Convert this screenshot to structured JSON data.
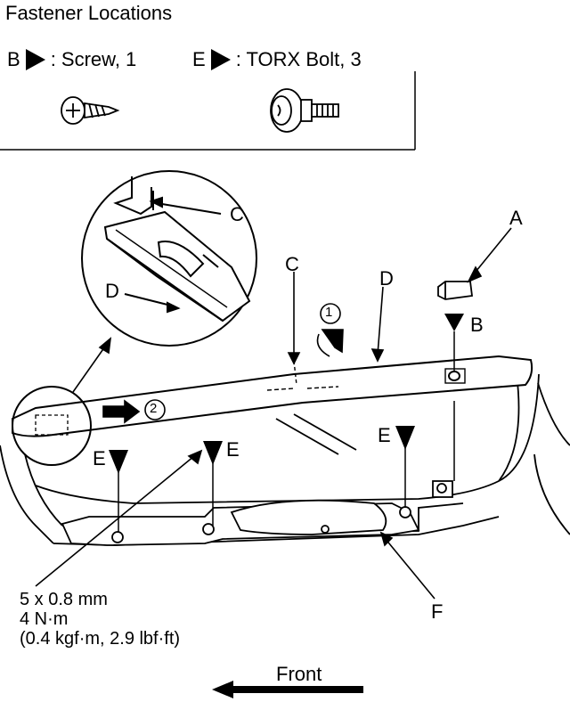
{
  "title": "Fastener Locations",
  "legend": [
    {
      "key": "B",
      "label": ": Screw, 1"
    },
    {
      "key": "E",
      "label": ": TORX Bolt, 3"
    }
  ],
  "callouts": {
    "a": "A",
    "b": "B",
    "c_detail": "C",
    "c_main": "C",
    "d_detail": "D",
    "d_main": "D",
    "e_left": "E",
    "e_mid": "E",
    "e_right": "E",
    "f": "F",
    "step1": "1",
    "step2": "2"
  },
  "torque": {
    "size": "5 x 0.8 mm",
    "nm": "4 N·m",
    "alt": "(0.4 kgf·m, 2.9 lbf·ft)"
  },
  "front_label": "Front"
}
